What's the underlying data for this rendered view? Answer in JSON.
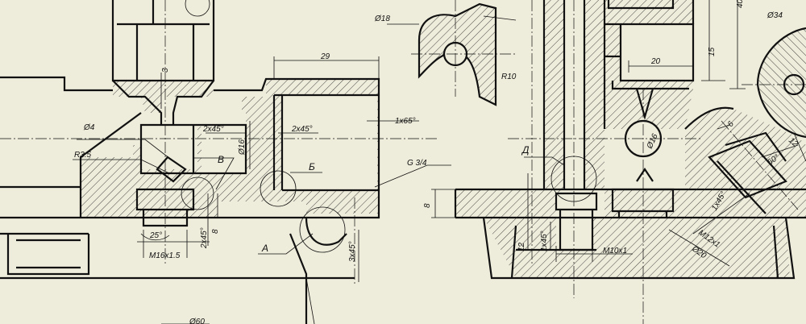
{
  "left_view": {
    "dims": {
      "len_29": "29",
      "dia_4": "Ø4",
      "r_3_5": "R3.5",
      "cham_2x45_a": "2x45°",
      "cham_2x45_b": "2x45°",
      "dia_16": "Ø16",
      "tol_1x65": "1x65°",
      "thread_g34": "G 3/4",
      "dim_3": "3",
      "angle_25": "25°",
      "cham_2x45_c": "2x45°",
      "dim_8": "8",
      "thread_m16": "M16x1.5",
      "cham_3x45": "3x45°",
      "dia_60": "Ø60"
    },
    "labels": {
      "view_v": "В",
      "view_b": "Б",
      "view_a": "А"
    }
  },
  "right_view": {
    "dims": {
      "dia_18": "Ø18",
      "r_10": "R10",
      "dim_20": "20",
      "dim_15": "15",
      "dim_40": "40",
      "dia_34": "Ø34",
      "dia_16": "Ø16",
      "dim_6": "6",
      "angle_60": "60°",
      "dim_12": "12",
      "dim_8": "8",
      "cham_1x45_a": "1x45°",
      "cham_1x45_b": "1x45°",
      "dim_12b": "12",
      "thread_m10": "M10x1",
      "thread_m12": "M12x1",
      "dia_20": "Ø20"
    },
    "labels": {
      "view_d": "Д"
    }
  }
}
